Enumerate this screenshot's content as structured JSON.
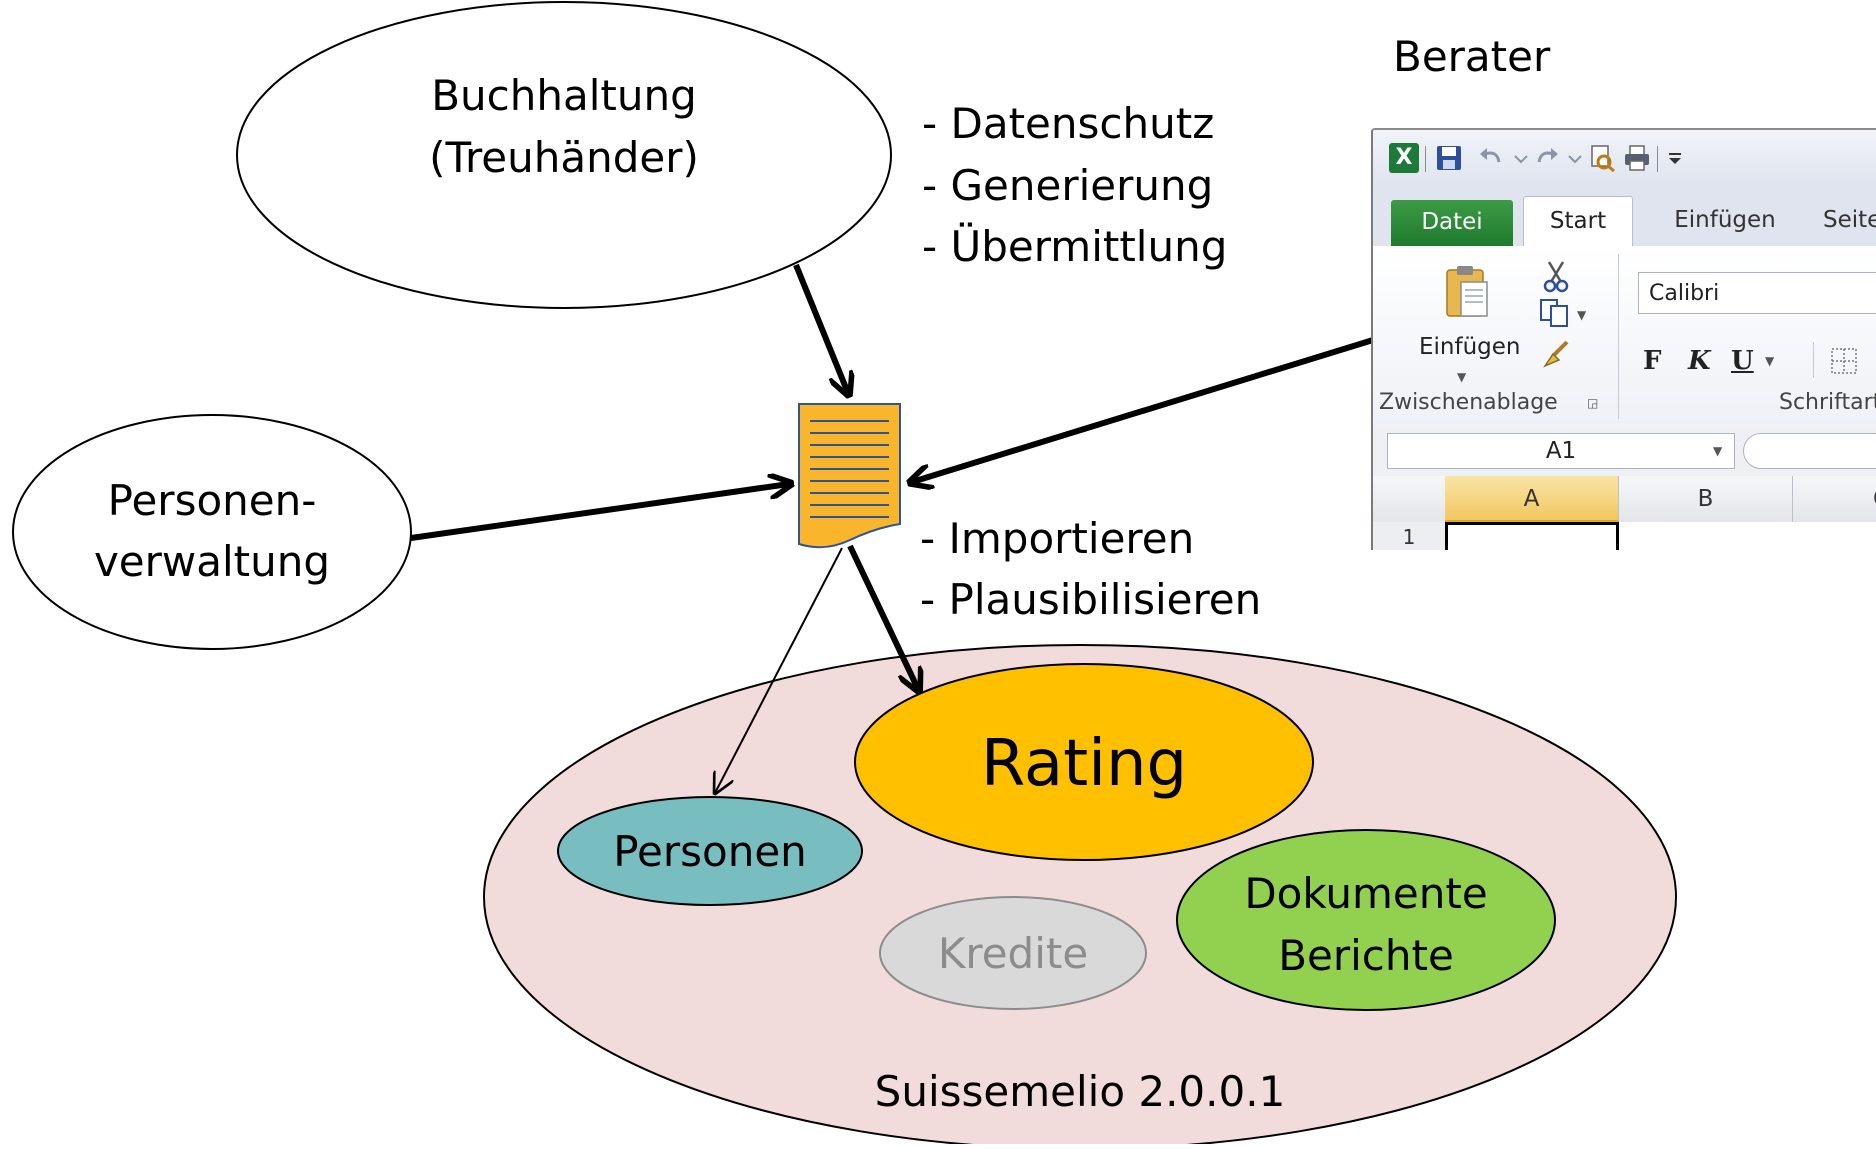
{
  "nodes": {
    "buchhaltung": {
      "line1": "Buchhaltung",
      "line2": "(Treuhänder)"
    },
    "personenverwaltung": {
      "line1": "Personen-",
      "line2": "verwaltung"
    },
    "berater": "Berater",
    "system": {
      "label": "Suissemelio 2.0.0.1",
      "rating": "Rating",
      "personen": "Personen",
      "kredite": "Kredite",
      "dokumente": {
        "line1": "Dokumente",
        "line2": "Berichte"
      }
    }
  },
  "annotations": {
    "export_steps": [
      "- Datenschutz",
      "- Generierung",
      "- Übermittlung"
    ],
    "import_steps": [
      "- Importieren",
      "- Plausibilisieren"
    ]
  },
  "excel": {
    "tabs": {
      "file": "Datei",
      "start": "Start",
      "insert": "Einfügen",
      "page": "Seite"
    },
    "paste_label": "Einfügen",
    "clipboard_group": "Zwischenablage",
    "font_group": "Schriftart",
    "font_name": "Calibri",
    "bold": "F",
    "italic": "K",
    "underline": "U",
    "name_box": "A1",
    "columns": [
      "A",
      "B",
      "C"
    ],
    "rows": [
      "1"
    ]
  },
  "colors": {
    "system_fill": "#f2dcdb",
    "rating_fill": "#ffc000",
    "personen_fill": "#78bec1",
    "kredite_fill": "#d9d9d9",
    "kredite_text": "#8c8c8c",
    "dokumente_fill": "#92d050",
    "document_fill": "#f9b52c",
    "document_stroke": "#2f5496"
  }
}
